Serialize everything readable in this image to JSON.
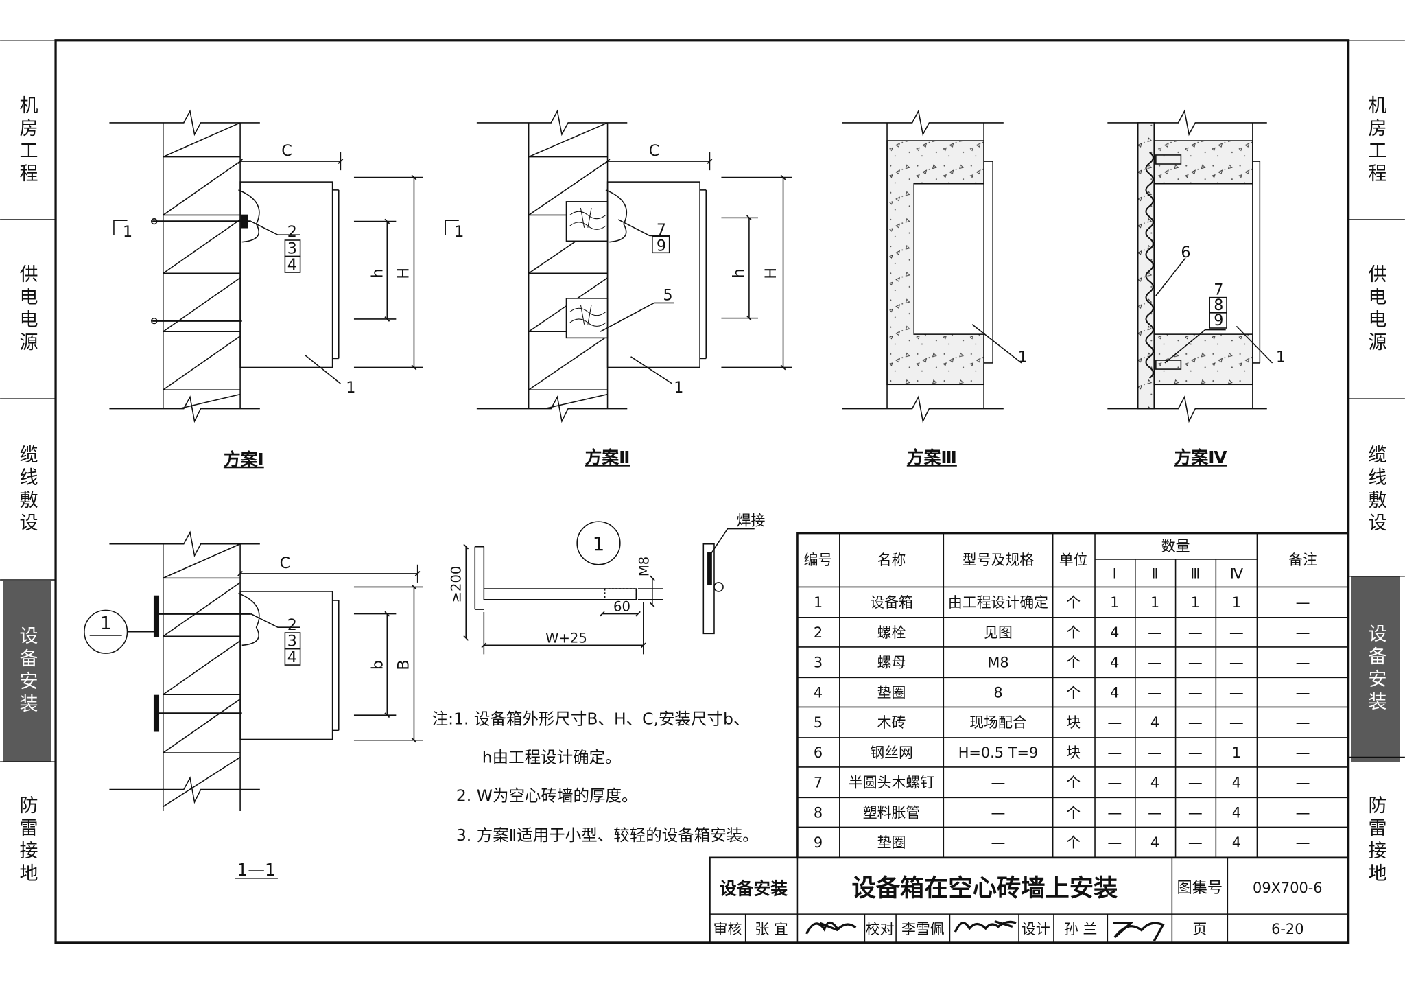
{
  "side_tabs": [
    "机房工程",
    "供电电源",
    "缆线敷设",
    "设备安装",
    "防雷接地"
  ],
  "active_tab_index": 3,
  "schemes": {
    "s1": "方案Ⅰ",
    "s2": "方案Ⅱ",
    "s3": "方案Ⅲ",
    "s4": "方案Ⅳ",
    "section": "1—1"
  },
  "dim_labels": {
    "C": "C",
    "h": "h",
    "H": "H",
    "b": "b",
    "B": "B",
    "section_mark": "1",
    "callout": "1",
    "weld": "焊接",
    "ge200": "≥200",
    "M8": "M8",
    "d60": "60",
    "W25": "W+25"
  },
  "part_labels": {
    "n1": "1",
    "n2": "2",
    "n3": "3",
    "n4": "4",
    "n5": "5",
    "n6": "6",
    "n7": "7",
    "n8": "8",
    "n9": "9"
  },
  "notes": [
    "注:1. 设备箱外形尺寸B、H、C,安装尺寸b、",
    "h由工程设计确定。",
    "2. W为空心砖墙的厚度。",
    "3. 方案Ⅱ适用于小型、较轻的设备箱安装。"
  ],
  "table": {
    "headers": {
      "no": "编号",
      "name": "名称",
      "spec": "型号及规格",
      "unit": "单位",
      "qty": "数量",
      "remark": "备注"
    },
    "qty_cols": [
      "Ⅰ",
      "Ⅱ",
      "Ⅲ",
      "Ⅳ"
    ],
    "rows": [
      [
        "1",
        "设备箱",
        "由工程设计确定",
        "个",
        "1",
        "1",
        "1",
        "1",
        "—"
      ],
      [
        "2",
        "螺栓",
        "见图",
        "个",
        "4",
        "—",
        "—",
        "—",
        "—"
      ],
      [
        "3",
        "螺母",
        "M8",
        "个",
        "4",
        "—",
        "—",
        "—",
        "—"
      ],
      [
        "4",
        "垫圈",
        "8",
        "个",
        "4",
        "—",
        "—",
        "—",
        "—"
      ],
      [
        "5",
        "木砖",
        "现场配合",
        "块",
        "—",
        "4",
        "—",
        "—",
        "—"
      ],
      [
        "6",
        "钢丝网",
        "H=0.5  T=9",
        "块",
        "—",
        "—",
        "—",
        "1",
        "—"
      ],
      [
        "7",
        "半圆头木螺钉",
        "—",
        "个",
        "—",
        "4",
        "—",
        "4",
        "—"
      ],
      [
        "8",
        "塑料胀管",
        "—",
        "个",
        "—",
        "—",
        "—",
        "4",
        "—"
      ],
      [
        "9",
        "垫圈",
        "—",
        "个",
        "—",
        "4",
        "—",
        "4",
        "—"
      ]
    ]
  },
  "title_block": {
    "category": "设备安装",
    "title": "设备箱在空心砖墙上安装",
    "atlas_label": "图集号",
    "atlas_no": "09X700-6",
    "review_label": "审核",
    "reviewer": "张 宜",
    "check_label": "校对",
    "checker": "李雪佩",
    "design_label": "设计",
    "designer": "孙 兰",
    "page_label": "页",
    "page_no": "6-20"
  }
}
